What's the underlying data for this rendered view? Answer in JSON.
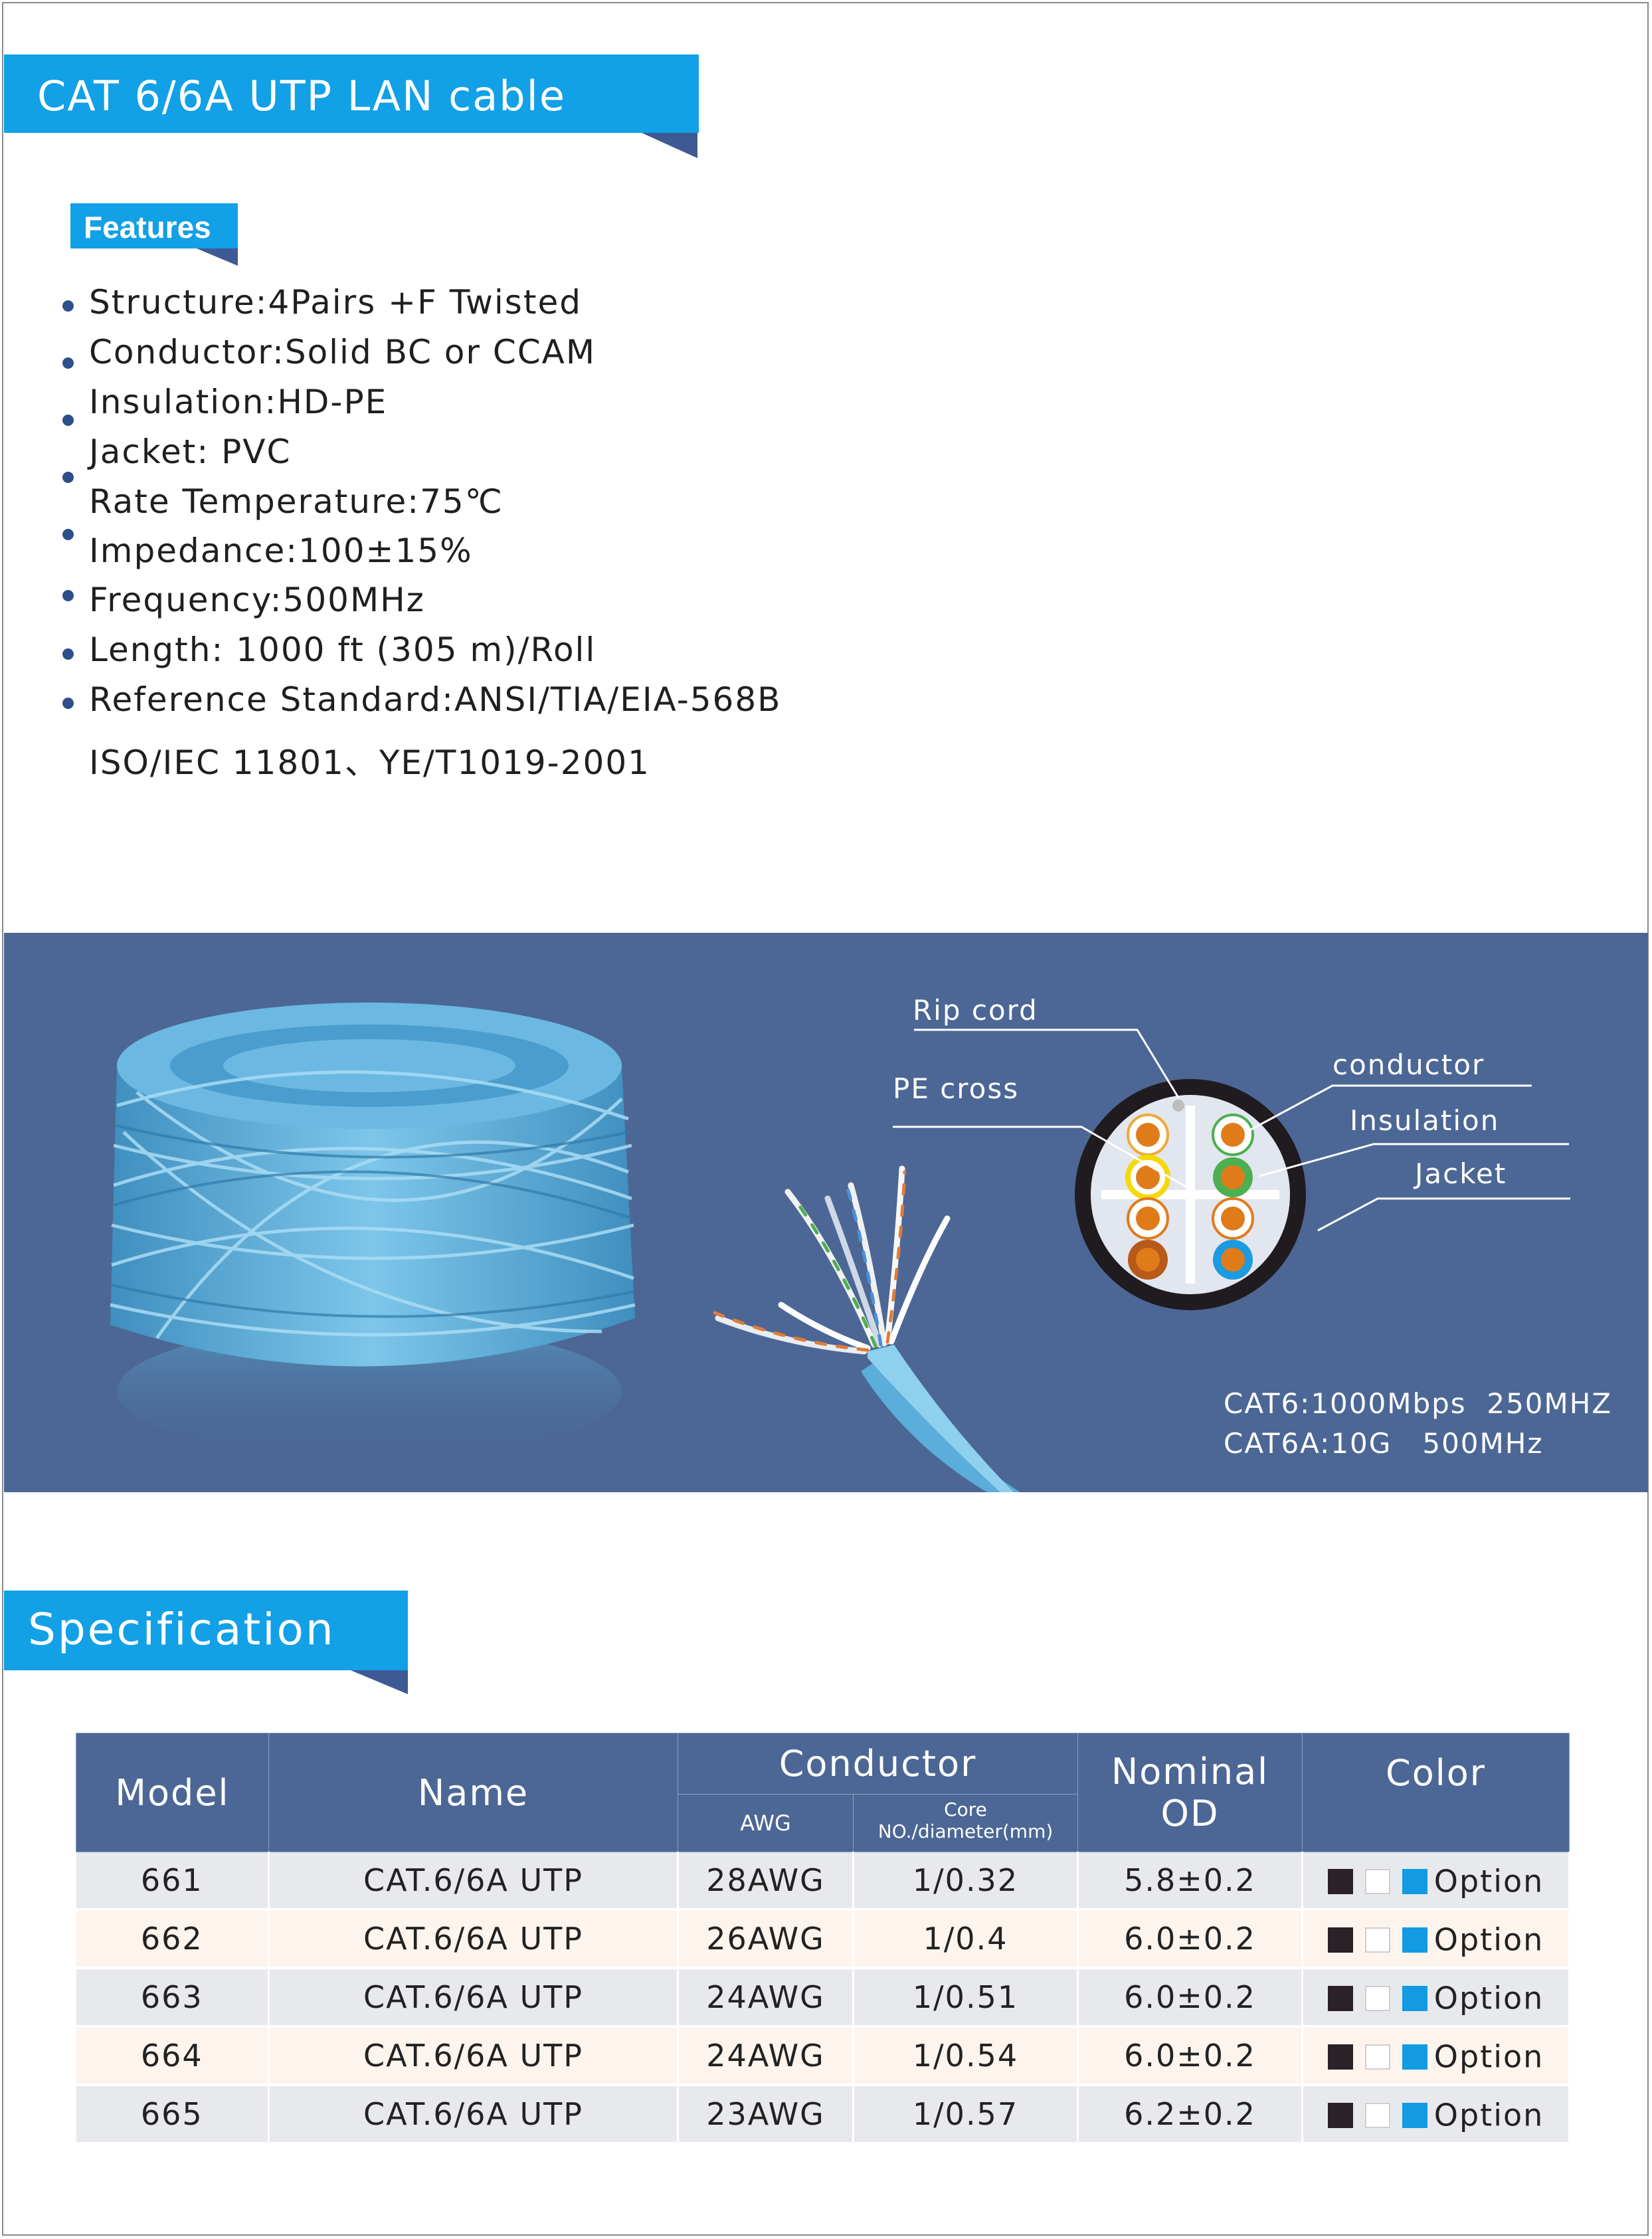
{
  "header": {
    "title": "CAT 6/6A UTP LAN cable"
  },
  "features": {
    "label": "Features",
    "items": [
      "Structure:4Pairs +F Twisted",
      "Conductor:Solid BC or CCAM",
      "Insulation:HD-PE",
      "Jacket: PVC",
      "Rate Temperature:75℃",
      "Impedance:100±15%",
      "Frequency:500MHz",
      "Length: 1000 ft (305 m)/Roll",
      "Reference Standard:ANSI/TIA/EIA-568B",
      "ISO/IEC 11801、YE/T1019-2001"
    ]
  },
  "diagram": {
    "labels": {
      "rip_cord": "Rip cord",
      "pe_cross": "PE cross",
      "conductor": "conductor",
      "insulation": "Insulation",
      "jacket": "Jacket"
    },
    "speeds": [
      "CAT6:1000Mbps  250MHZ",
      "CAT6A:10G   500MHz"
    ],
    "colors": {
      "cable_blue": "#5aaed9",
      "band_bg": "#4c6795"
    }
  },
  "specification": {
    "label": "Specification",
    "headers": {
      "model": "Model",
      "name": "Name",
      "conductor": "Conductor",
      "awg": "AWG",
      "core": "Core NO./diameter(mm)",
      "od": "Nominal OD",
      "color": "Color"
    },
    "rows": [
      {
        "model": "661",
        "name": "CAT.6/6A UTP",
        "awg": "28AWG",
        "core": "1/0.32",
        "od": "5.8±0.2",
        "color": "Option"
      },
      {
        "model": "662",
        "name": "CAT.6/6A UTP",
        "awg": "26AWG",
        "core": "1/0.4",
        "od": "6.0±0.2",
        "color": "Option"
      },
      {
        "model": "663",
        "name": "CAT.6/6A UTP",
        "awg": "24AWG",
        "core": "1/0.51",
        "od": "6.0±0.2",
        "color": "Option"
      },
      {
        "model": "664",
        "name": "CAT.6/6A UTP",
        "awg": "24AWG",
        "core": "1/0.54",
        "od": "6.0±0.2",
        "color": "Option"
      },
      {
        "model": "665",
        "name": "CAT.6/6A UTP",
        "awg": "23AWG",
        "core": "1/0.57",
        "od": "6.2±0.2",
        "color": "Option"
      }
    ],
    "swatch_colors": [
      "#2a2226",
      "#ffffff",
      "#129be3"
    ]
  }
}
